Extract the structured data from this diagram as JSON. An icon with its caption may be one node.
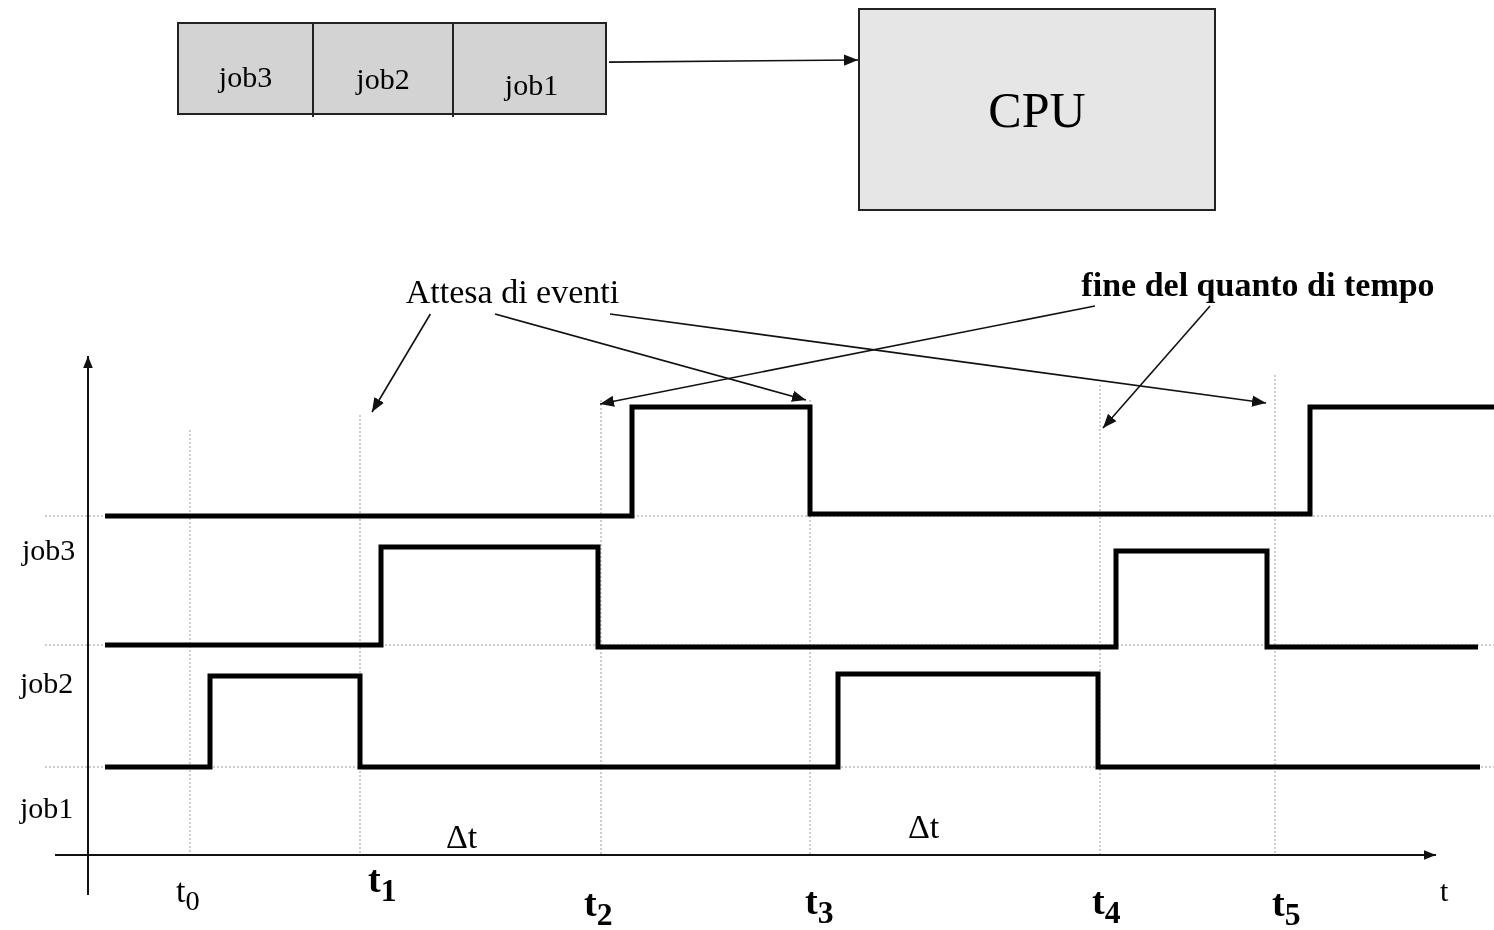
{
  "diagram": {
    "nodes": [
      {
        "text": [],
        "shape": "box"
      },
      {
        "text": [
          "job3"
        ],
        "in": 0
      },
      {
        "text": [
          "job2"
        ],
        "in": 0
      },
      {
        "text": [
          "job1"
        ],
        "in": 0
      },
      {
        "text": [
          "CPU"
        ]
      },
      {
        "text": [
          "Attesa di eventi"
        ]
      },
      {
        "text": [
          "fine del quanto di tempo"
        ]
      }
    ],
    "edges": [
      {
        "from": 3,
        "to": 4,
        "arrow": "to"
      },
      {
        "from": 5,
        "to": null,
        "arrow": "to"
      },
      {
        "from": 5,
        "to": null,
        "arrow": "to"
      },
      {
        "from": 5,
        "to": null,
        "arrow": "to"
      },
      {
        "from": 6,
        "to": null,
        "arrow": "to"
      },
      {
        "from": 6,
        "to": null,
        "arrow": "to"
      }
    ],
    "labels": [
      "job3",
      "job2",
      "job1",
      "Δt",
      "Δt",
      "t$_{0}$",
      "t$_{1}$",
      "t$_{2}$",
      "t$_{3}$",
      "t$_{4}$",
      "t$_{5}$",
      "t"
    ]
  }
}
